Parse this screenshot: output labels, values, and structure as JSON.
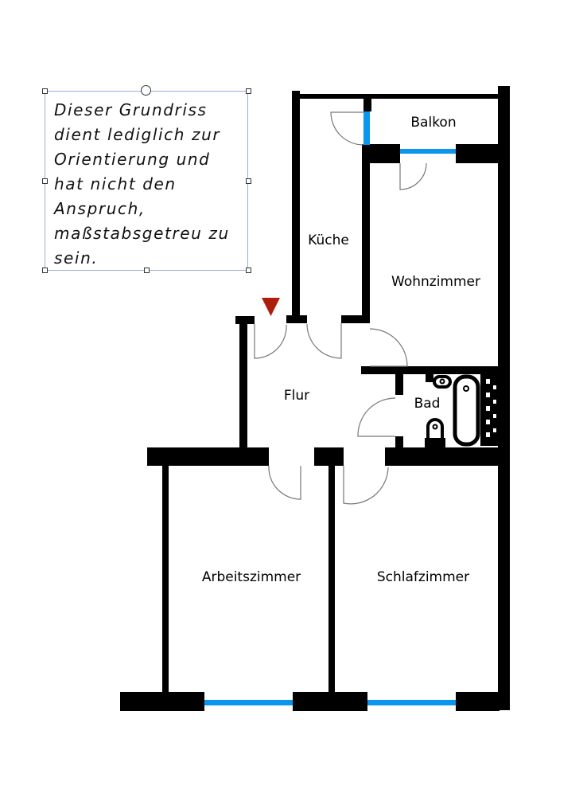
{
  "note": {
    "text": "Dieser Grundriss dient lediglich zur Orientierung und hat nicht den Anspruch, maßstabsgetreu zu sein."
  },
  "rooms": {
    "balkon": "Balkon",
    "kueche": "Küche",
    "wohnzimmer": "Wohnzimmer",
    "flur": "Flur",
    "bad": "Bad",
    "arbeitszimmer": "Arbeitszimmer",
    "schlafzimmer": "Schlafzimmer"
  },
  "colors": {
    "wall": "#000000",
    "window": "#0a96ee",
    "marker": "#b01c0c",
    "selection": "#9bb0de",
    "door": "#777777"
  }
}
